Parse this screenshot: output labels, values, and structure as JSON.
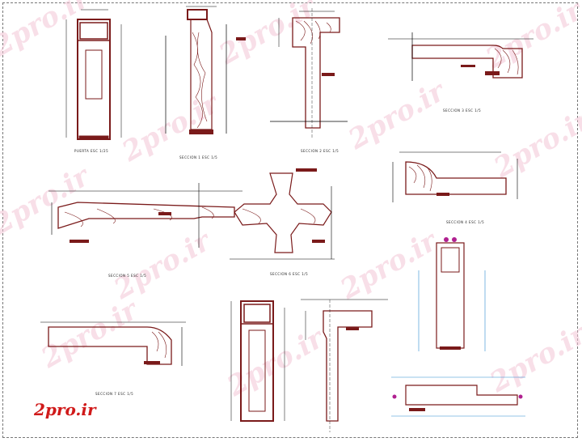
{
  "watermark": "2pro.ir",
  "logo": "2pro.ir",
  "labels": {
    "puerta": "PUERTA ESC 1/25",
    "seccion1": "SECCION 1 ESC 1/5",
    "seccion2": "SECCION 2 ESC 1/5",
    "seccion3": "SECCION 3 ESC 1/5",
    "seccion4": "SECCION 4 ESC 1/5",
    "seccion5": "SECCION 5 ESC 1/5",
    "seccion6": "SECCION 6 ESC 1/5",
    "seccion7": "SECCION 7 ESC 1/5"
  },
  "colors": {
    "wood": "#7a1a1a",
    "line": "#000000",
    "accent": "#b02090",
    "cyan": "#2a8ad0",
    "logo": "#d01a1a"
  }
}
